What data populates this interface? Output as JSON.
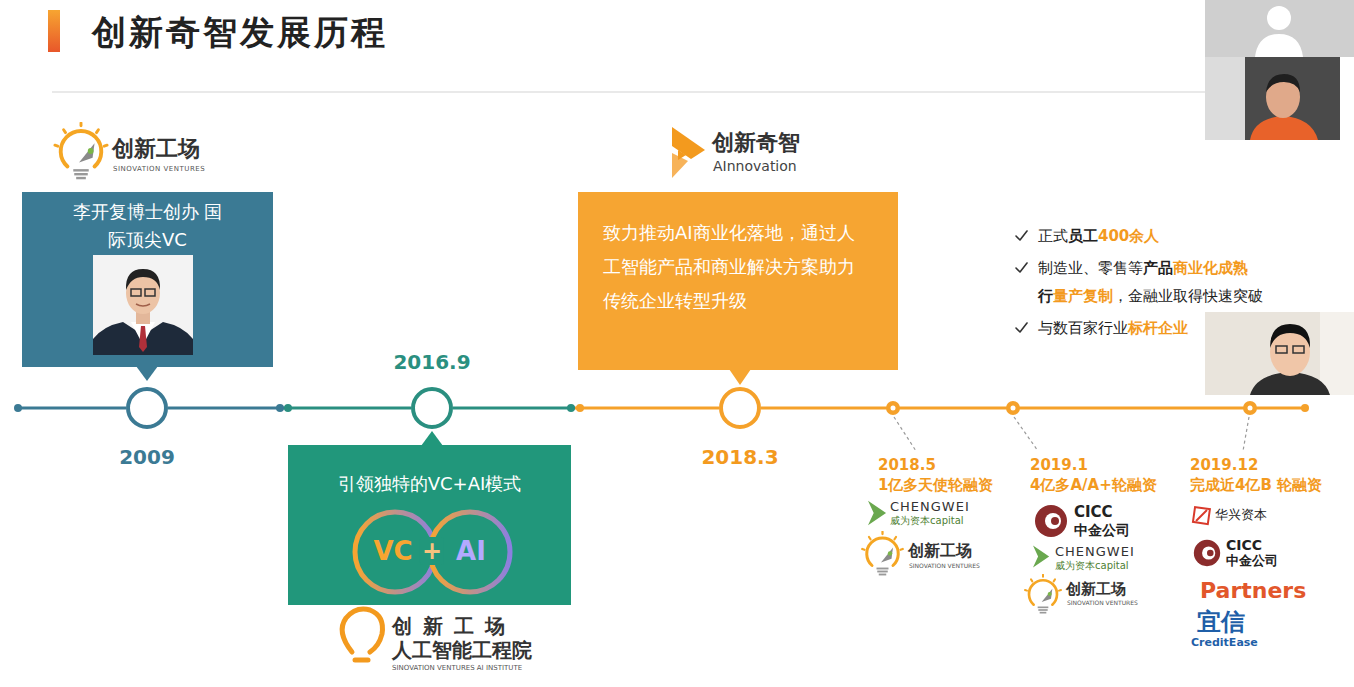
{
  "diagram": {
    "title": "创新奇智发展历程",
    "nodes": [
      {
        "text": [
          "李开复博士创办 国际顶尖VC"
        ]
      },
      {
        "text": [
          "2009"
        ]
      },
      {
        "text": [
          "2016.9"
        ]
      },
      {
        "text": [
          "引领独特的VC+AI模式"
        ]
      },
      {
        "text": [
          "致力推动AI商业化落地，通过人工智能产品和商业解决方案助力传统企业转型升级"
        ]
      },
      {
        "text": [
          "2018.3"
        ]
      }
    ],
    "edges": [
      {
        "from": 1,
        "to": 2,
        "arrow": "none"
      },
      {
        "from": 2,
        "to": 5,
        "arrow": "none"
      }
    ],
    "labels": [
      "创新工场",
      "SINOVATION VENTURES",
      "创新奇智",
      "AInnovation",
      "VC",
      "+",
      "AI",
      "创 新 工 场",
      "人工智能工程院",
      "SINOVATION VENTURES AI INSTITUTE",
      "正式",
      "员工",
      "400余人",
      "制造业、零售等",
      "产品",
      "商业化成熟",
      "行",
      "量产复制",
      "，金融业取得快速突破",
      "与数百家行业",
      "标杆企业",
      "2018.5",
      "1亿多天使轮融资",
      "2019.1",
      "4亿多A/A+轮融资",
      "2019.12",
      "完成近4亿B 轮融资",
      "CHENGWEI",
      "威为资本capital",
      "创新工场",
      "SINOVATION VENTURES",
      "CICC",
      "中金公司",
      "CHENGWEI",
      "威为资本capital",
      "创新工场",
      "SINOVATION VENTURES",
      "华兴资本",
      "CICC",
      "中金公司",
      "Partners",
      "宜信",
      "CreditEase"
    ]
  }
}
